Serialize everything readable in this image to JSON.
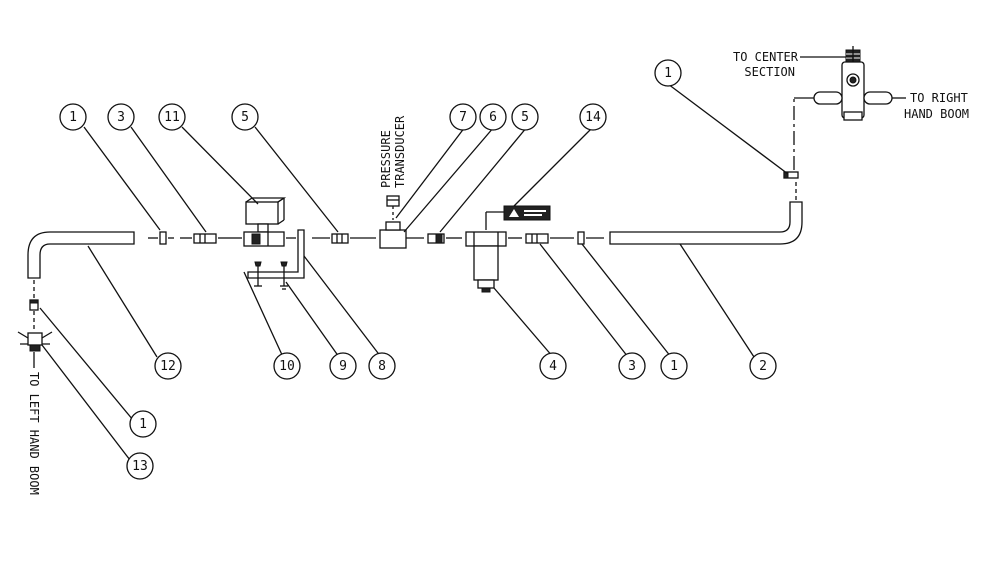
{
  "balloons": [
    "1",
    "3",
    "11",
    "5",
    "7",
    "6",
    "5",
    "14",
    "12",
    "10",
    "9",
    "8",
    "4",
    "3",
    "1",
    "2",
    "1",
    "13",
    "1"
  ],
  "labels": {
    "to_center": "TO CENTER",
    "section": "SECTION",
    "to_right": "TO RIGHT",
    "hand_boom": "HAND BOOM",
    "pressure": "PRESSURE",
    "transducer": "TRANSDUCER",
    "to_left_hand_boom": "TO LEFT HAND BOOM"
  }
}
